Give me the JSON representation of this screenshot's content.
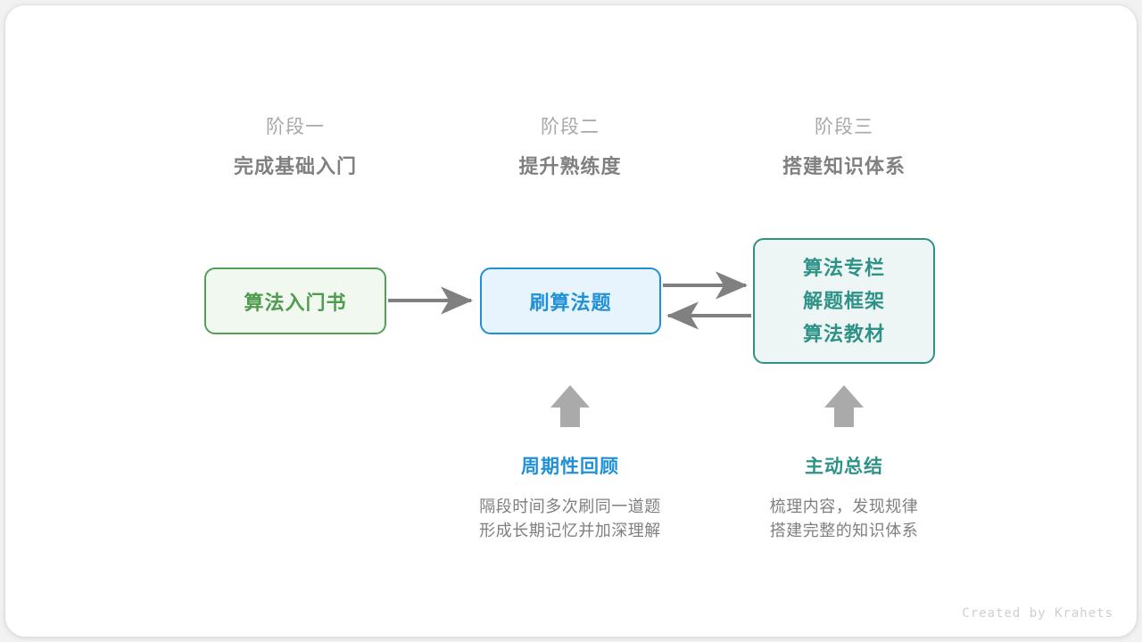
{
  "canvas": {
    "background": "#f2f2f2",
    "card_background": "#ffffff"
  },
  "stages": [
    {
      "sub": "阶段一",
      "title": "完成基础入门"
    },
    {
      "sub": "阶段二",
      "title": "提升熟练度"
    },
    {
      "sub": "阶段三",
      "title": "搭建知识体系"
    }
  ],
  "nodes": {
    "book": {
      "label": "算法入门书",
      "color": "#4f9b4f",
      "border": "#53a055",
      "fill": "#f1f8ef"
    },
    "practice": {
      "label": "刷算法题",
      "color": "#2090d9",
      "border": "#1f8fd8",
      "fill": "#e8f4fd"
    },
    "resources": {
      "lines": [
        "算法专栏",
        "解题框架",
        "算法教材"
      ],
      "color": "#2e9287",
      "border": "#2e9287",
      "fill": "#edf6f4"
    }
  },
  "connectors": {
    "color": "#808080",
    "arrow_up_color": "#aaaaaa",
    "items": [
      {
        "name": "book-to-practice",
        "direction": "right"
      },
      {
        "name": "practice-to-resources",
        "direction": "right"
      },
      {
        "name": "resources-to-practice",
        "direction": "left"
      },
      {
        "name": "review-up-arrow",
        "direction": "up"
      },
      {
        "name": "summary-up-arrow",
        "direction": "up"
      }
    ]
  },
  "annotations": [
    {
      "title": "周期性回顾",
      "color": "#2090d9",
      "body_line_1": "隔段时间多次刷同一道题",
      "body_line_2": "形成长期记忆并加深理解"
    },
    {
      "title": "主动总结",
      "color": "#2e9287",
      "body_line_1": "梳理内容，发现规律",
      "body_line_2": "搭建完整的知识体系"
    }
  ],
  "credit": "Created by Krahets"
}
